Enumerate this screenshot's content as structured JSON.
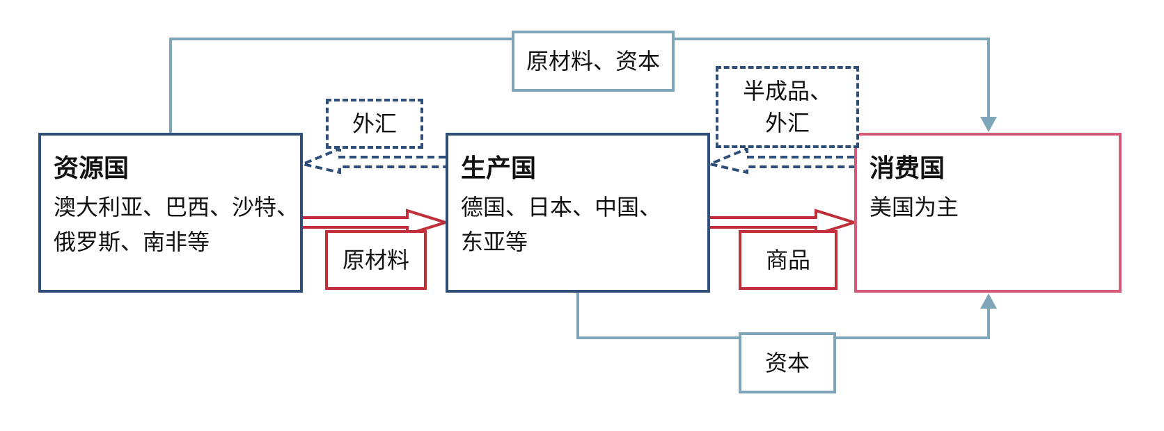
{
  "nodes": {
    "resource": {
      "title": "资源国",
      "lines": [
        "澳大利亚、巴西、沙特、",
        "俄罗斯、南非等"
      ]
    },
    "producer": {
      "title": "生产国",
      "lines": [
        "德国、日本、中国、",
        "东亚等"
      ]
    },
    "consumer": {
      "title": "消费国",
      "lines": [
        "美国为主"
      ]
    }
  },
  "flows": {
    "raw_and_capital": "原材料、资本",
    "forex_to_resource": "外汇",
    "semi_and_forex": [
      "半成品、",
      "外汇"
    ],
    "raw_materials": "原材料",
    "goods": "商品",
    "capital": "资本"
  },
  "colors": {
    "node_border": "#2f4f7a",
    "consumer_border": "#d45a7a",
    "solid_flow": "#7fa6b8",
    "dashed_flow": "#2f4f7a",
    "goods_flow": "#c0303a"
  }
}
